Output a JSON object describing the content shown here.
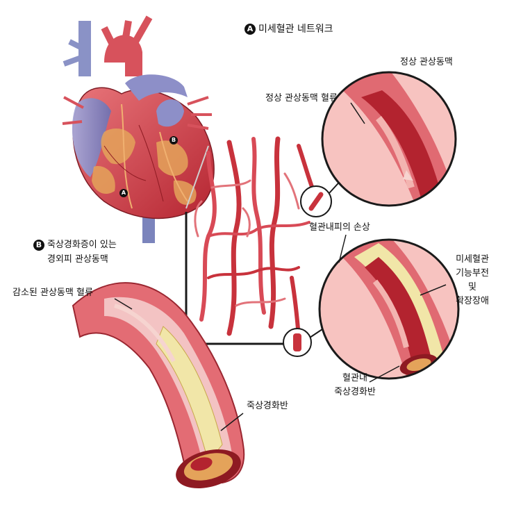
{
  "title": {
    "badge": "A",
    "text": "미세혈관 네트워크"
  },
  "section_b": {
    "badge": "B",
    "line1": "죽상경화증이 있는",
    "line2": "경외피 관상동맥"
  },
  "heart_markers": {
    "a": "A",
    "b": "B"
  },
  "labels": {
    "normal_artery": "정상 관상동맥",
    "normal_flow": "정상 관상동맥 혈류",
    "endothelial_damage": "혈관내피의 손상",
    "micro_dysfunction_1": "미세혈관",
    "micro_dysfunction_2": "기능부전",
    "micro_dysfunction_3": "및",
    "micro_dysfunction_4": "확장장애",
    "intravascular_plaque_1": "혈관내",
    "intravascular_plaque_2": "죽상경화반",
    "reduced_flow": "감소된 관상동맥 혈류",
    "plaque": "죽상경화반"
  },
  "colors": {
    "vessel_red": "#c8323c",
    "vessel_dark": "#8e1a22",
    "vessel_light": "#f0a0a0",
    "vein_blue": "#8d8fc8",
    "plaque_yellow": "#f1e6a8"
  }
}
